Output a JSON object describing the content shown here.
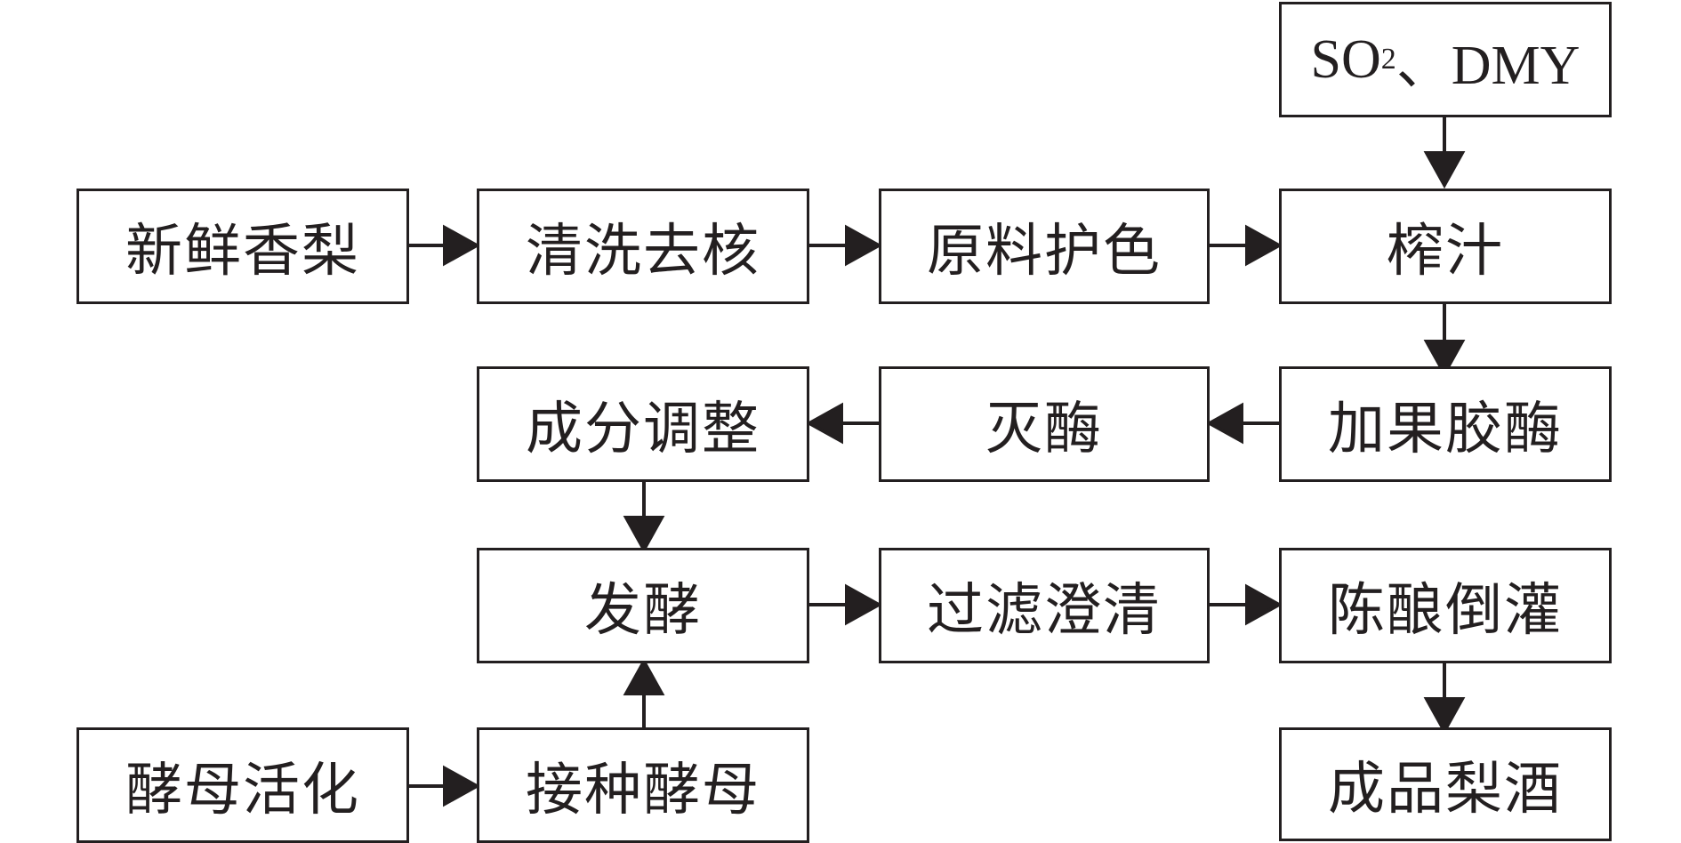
{
  "diagram": {
    "nodes": {
      "fresh_pear": "新鲜香梨",
      "wash_core": "清洗去核",
      "color_protect": "原料护色",
      "juicing": "榨汁",
      "additive_prefix": "SO",
      "additive_sub": "2",
      "additive_suffix": "、DMY",
      "pectinase": "加果胶酶",
      "enzyme_kill": "灭酶",
      "composition_adjust": "成分调整",
      "fermentation": "发酵",
      "filter_clarify": "过滤澄清",
      "aging_bottling": "陈酿倒灌",
      "yeast_activation": "酵母活化",
      "inoculate_yeast": "接种酵母",
      "final_product": "成品梨酒"
    },
    "colors": {
      "stroke": "#231f20",
      "background": "#ffffff"
    }
  }
}
